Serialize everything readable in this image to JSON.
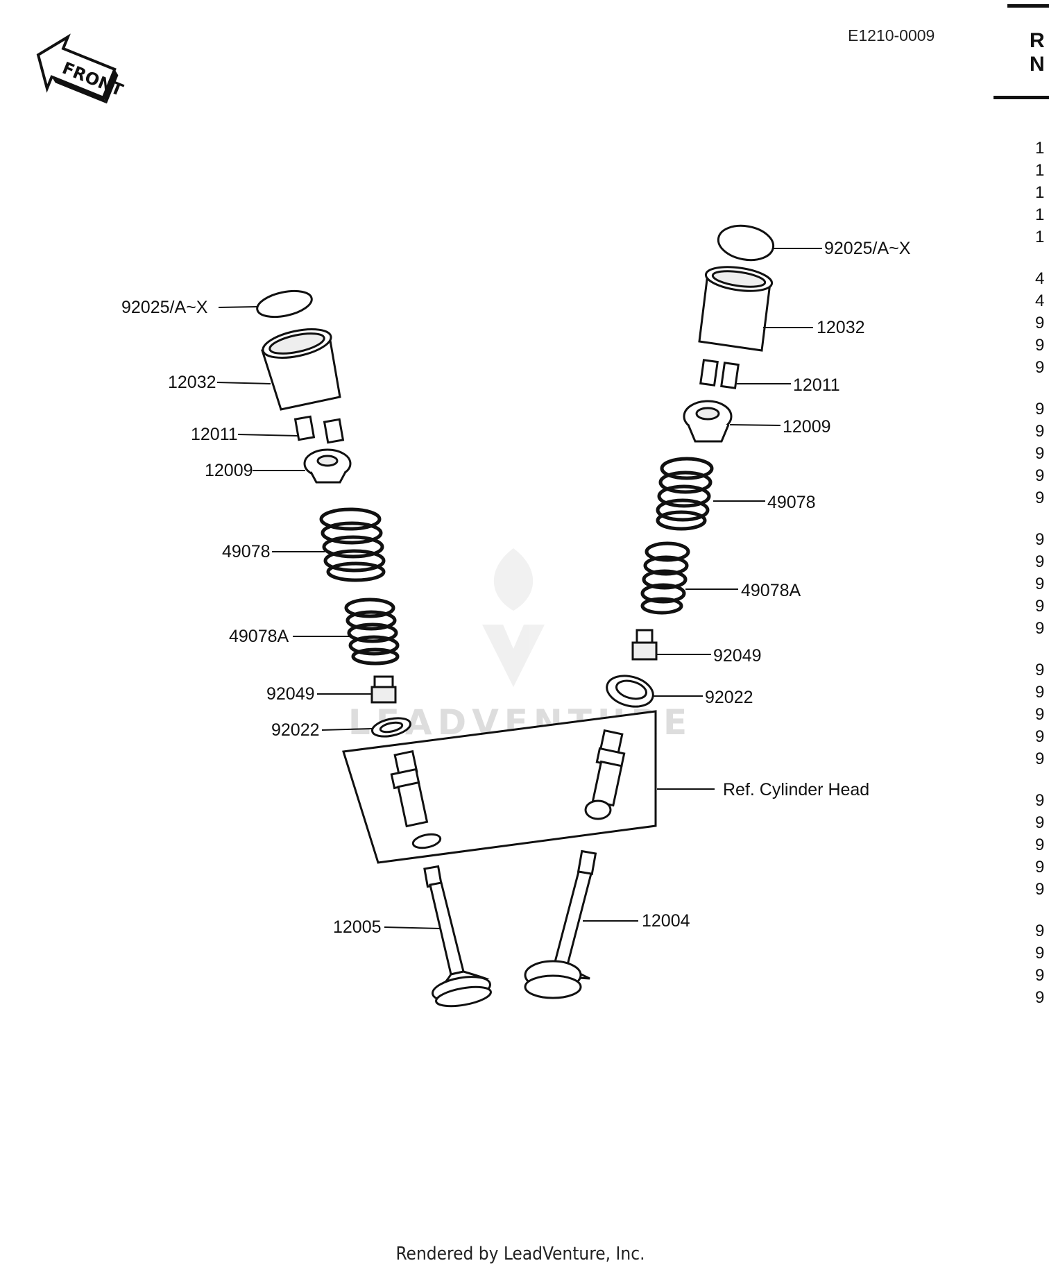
{
  "drawing_code": "E1210-0009",
  "front_label": "FRONT",
  "footer": "Rendered by LeadVenture, Inc.",
  "watermark": "LEADVENTURE",
  "reference_label": "Ref.  Cylinder Head",
  "callouts": {
    "left_shim": "92025/A~X",
    "left_tappet": "12032",
    "left_keeper": "12011",
    "left_retainer": "12009",
    "left_outer_spring": "49078",
    "left_inner_spring": "49078A",
    "left_seal": "92049",
    "left_washer": "92022",
    "exhaust_valve": "12005",
    "right_shim": "92025/A~X",
    "right_tappet": "12032",
    "right_keeper": "12011",
    "right_retainer": "12009",
    "right_outer_spring": "49078",
    "right_inner_spring": "49078A",
    "right_seal": "92049",
    "right_washer": "92022",
    "inlet_valve": "12004"
  },
  "side_list": {
    "header": [
      "R",
      "N"
    ],
    "items": [
      "1",
      "1",
      "1",
      "1",
      "1",
      "4",
      "4",
      "9",
      "9",
      "9",
      "9",
      "9",
      "9",
      "9",
      "9",
      "9",
      "9",
      "9",
      "9",
      "9",
      "9",
      "9",
      "9",
      "9",
      "9",
      "9",
      "9",
      "9",
      "9",
      "9",
      "9",
      "9",
      "9",
      "9"
    ]
  }
}
